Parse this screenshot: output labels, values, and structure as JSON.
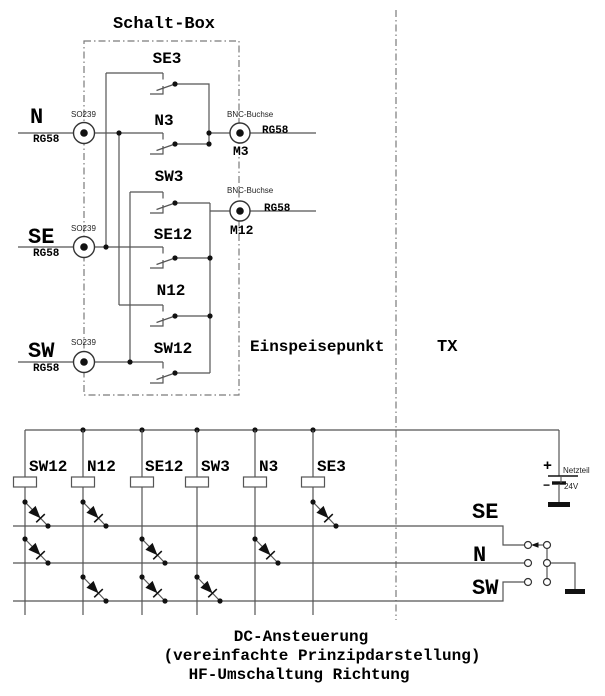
{
  "title": "Schalt-Box",
  "box": {
    "switch_labels": [
      "SE3",
      "N3",
      "SW3",
      "SE12",
      "N12",
      "SW12"
    ]
  },
  "inputs": [
    {
      "name": "N",
      "connector": "SO239",
      "cable": "RG58"
    },
    {
      "name": "SE",
      "connector": "SO239",
      "cable": "RG58"
    },
    {
      "name": "SW",
      "connector": "SO239",
      "cable": "RG58"
    }
  ],
  "outputs": [
    {
      "name": "M3",
      "connector": "BNC-Buchse",
      "cable": "RG58"
    },
    {
      "name": "M12",
      "connector": "BNC-Buchse",
      "cable": "RG58"
    }
  ],
  "labels": {
    "einspeisepunkt": "Einspeisepunkt",
    "tx": "TX"
  },
  "dc": {
    "relays": [
      "SW12",
      "N12",
      "SE12",
      "SW3",
      "N3",
      "SE3"
    ],
    "supply": {
      "plus": "+",
      "minus": "−",
      "name": "Netzteil",
      "voltage": "24V"
    },
    "selector": [
      "SE",
      "N",
      "SW"
    ]
  },
  "captions": [
    "DC-Ansteuerung",
    "(vereinfachte Prinzipdarstellung)",
    "HF-Umschaltung Richtung"
  ],
  "colors": {
    "wire": "#555555",
    "ink": "#111111",
    "paper": "#ffffff"
  }
}
